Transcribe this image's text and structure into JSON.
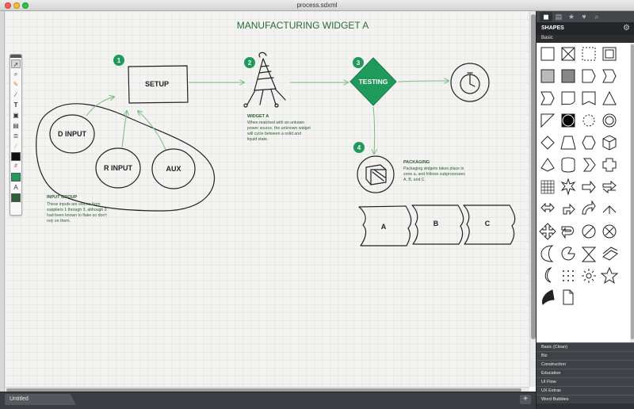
{
  "window": {
    "title": "process.sdxml",
    "traffic_colors": [
      "#ff5f57",
      "#ffbd2e",
      "#28c940"
    ]
  },
  "diagram": {
    "title": "MANUFACTURING WIDGET A",
    "accent": "#1f9a5a",
    "text_green": "#2a5c2e",
    "steps": {
      "step1": {
        "number": "1",
        "label": "SETUP"
      },
      "step2": {
        "number": "2"
      },
      "step3": {
        "number": "3",
        "label": "TESTING"
      },
      "step4": {
        "number": "4"
      }
    },
    "inputs": [
      "D INPUT",
      "R INPUT",
      "AUX"
    ],
    "input_group": {
      "title": "INPUT GROUP",
      "lines": [
        "These inputs are source from",
        "suppliers 1 through 3, although 3",
        "had been known to flake so don't",
        "rely on them."
      ]
    },
    "widget_a": {
      "title": "WIDGET A",
      "lines": [
        "When matched with an unkown",
        "power source, the unknown widget",
        "will cycle between a solid and",
        "liquid state."
      ]
    },
    "packaging": {
      "title": "PACKAGING",
      "lines": [
        "Packaging widgets takes place in",
        "zone a, and follows subprocesses",
        "A, B, and C."
      ]
    },
    "subprocesses": [
      "A",
      "B",
      "C"
    ]
  },
  "tools": {
    "items": [
      "pointer-icon",
      "zoom-icon",
      "pencil-icon",
      "line-icon",
      "text-icon",
      "shape-icon",
      "image-icon",
      "note-icon",
      "dropper-icon"
    ],
    "text_tool_label": "A",
    "swatch_colors": [
      "#111111",
      "#1f9a5a",
      "#2f5f3a"
    ]
  },
  "panel": {
    "tabs": [
      "shapes-icon",
      "library-icon",
      "favorites-icon",
      "heart-icon",
      "search-icon"
    ],
    "title": "SHAPES",
    "section": "Basic",
    "libraries": [
      "Basic (Clean)",
      "Biz",
      "Construction",
      "Education",
      "UI Flow",
      "UX Extras",
      "Word Bubbles"
    ]
  },
  "tabbar": {
    "tab": "Untitled",
    "add_label": "+"
  }
}
